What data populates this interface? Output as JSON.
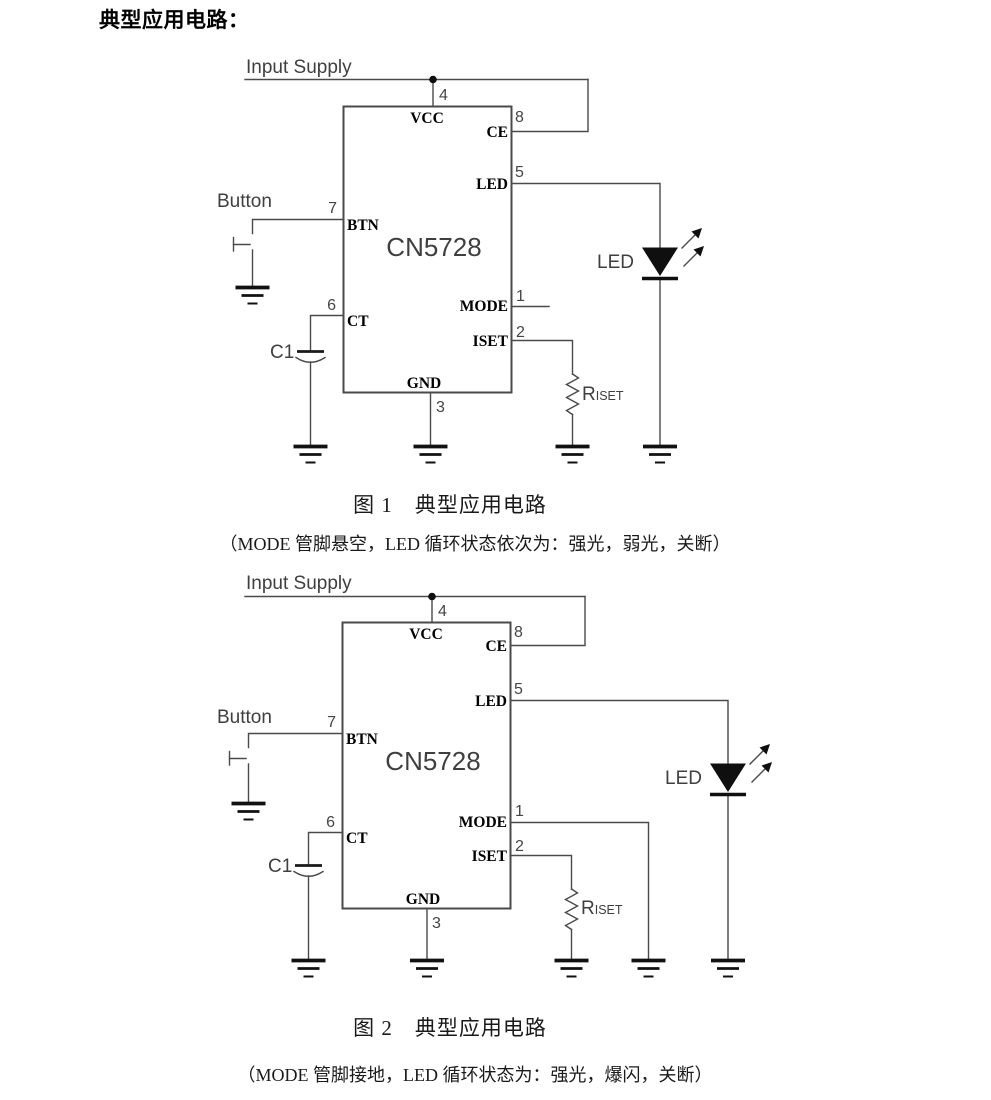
{
  "page": {
    "title": "典型应用电路："
  },
  "colors": {
    "ink": "#1a1a1a",
    "wire": "#4a4a4a",
    "paper": "#ffffff"
  },
  "figure1": {
    "supply_label": "Input Supply",
    "ic_name": "CN5728",
    "pins": {
      "vcc": "VCC",
      "ce": "CE",
      "led": "LED",
      "btn": "BTN",
      "mode": "MODE",
      "ct": "CT",
      "iset": "ISET",
      "gnd": "GND"
    },
    "pin_numbers": {
      "vcc": "4",
      "ce": "8",
      "led": "5",
      "btn": "7",
      "mode": "1",
      "ct": "6",
      "iset": "2",
      "gnd": "3"
    },
    "button_label": "Button",
    "cap_label": "C1",
    "led_label": "LED",
    "resistor": {
      "prefix": "R",
      "sub": "ISET"
    },
    "caption_title": "图 1　典型应用电路",
    "caption_note": "（MODE 管脚悬空，LED 循环状态依次为：强光，弱光，关断）"
  },
  "figure2": {
    "supply_label": "Input Supply",
    "ic_name": "CN5728",
    "pins": {
      "vcc": "VCC",
      "ce": "CE",
      "led": "LED",
      "btn": "BTN",
      "mode": "MODE",
      "ct": "CT",
      "iset": "ISET",
      "gnd": "GND"
    },
    "pin_numbers": {
      "vcc": "4",
      "ce": "8",
      "led": "5",
      "btn": "7",
      "mode": "1",
      "ct": "6",
      "iset": "2",
      "gnd": "3"
    },
    "button_label": "Button",
    "cap_label": "C1",
    "led_label": "LED",
    "resistor": {
      "prefix": "R",
      "sub": "ISET"
    },
    "caption_title": "图 2　典型应用电路",
    "caption_note": "（MODE 管脚接地，LED 循环状态为：强光，爆闪，关断）"
  }
}
